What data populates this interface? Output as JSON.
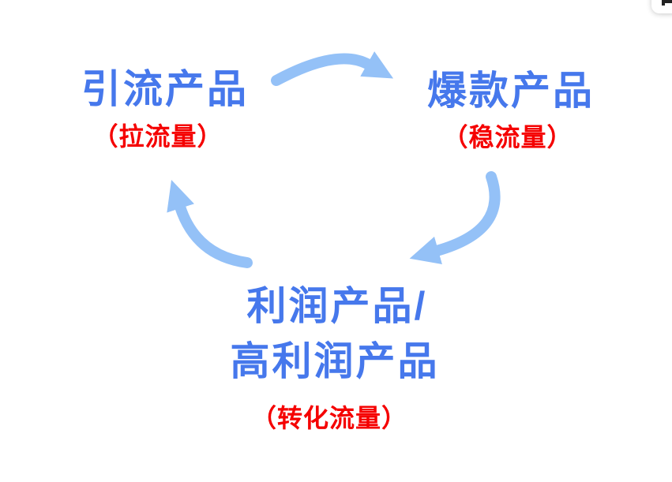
{
  "diagram": {
    "title": "product-traffic-cycle",
    "colors": {
      "label_blue": "#4678EC",
      "sublabel_red": "#F50000",
      "arrow_blue": "#94C1F7",
      "background": "#ffffff"
    },
    "nodes": [
      {
        "id": "traffic-product",
        "label": "引流产品",
        "sublabel": "（拉流量）"
      },
      {
        "id": "hot-product",
        "label": "爆款产品",
        "sublabel": "（稳流量）"
      },
      {
        "id": "profit-product",
        "label_line1": "利润产品/",
        "label_line2": "高利润产品",
        "sublabel": "（转化流量）"
      }
    ],
    "edges": [
      {
        "from": "traffic-product",
        "to": "hot-product"
      },
      {
        "from": "hot-product",
        "to": "profit-product"
      },
      {
        "from": "profit-product",
        "to": "traffic-product"
      }
    ]
  }
}
